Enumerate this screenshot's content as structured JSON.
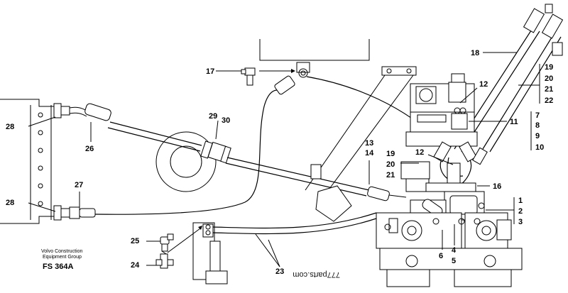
{
  "diagram": {
    "callouts": {
      "c17": "17",
      "c18": "18",
      "c12a": "12",
      "c12b": "12",
      "c11": "11",
      "c7": "7",
      "c8": "8",
      "c9": "9",
      "c10": "10",
      "c19a": "19",
      "c20a": "20",
      "c21a": "21",
      "c22": "22",
      "c19b": "19",
      "c20b": "20",
      "c21b": "21",
      "c13": "13",
      "c14": "14",
      "c16": "16",
      "c1": "1",
      "c2": "2",
      "c3": "3",
      "c4": "4",
      "c5": "5",
      "c6": "6",
      "c28a": "28",
      "c28b": "28",
      "c26": "26",
      "c27": "27",
      "c29": "29",
      "c30": "30",
      "c25": "25",
      "c24": "24",
      "c23": "23"
    },
    "caption_line1": "Volvo Construction",
    "caption_line2": "Equipment Group",
    "figure_ref": "FS 364A",
    "watermark": "777parts.com"
  }
}
